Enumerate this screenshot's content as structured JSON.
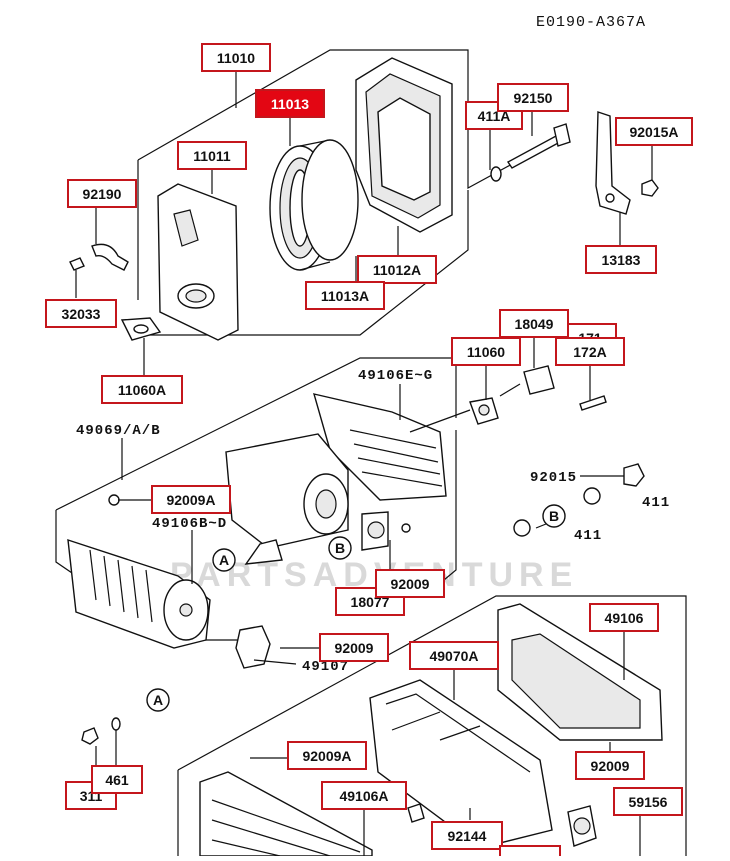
{
  "diagram_code": "E0190-A367A",
  "watermark": "PARTSADVENTURE",
  "labels": {
    "l11010": "11010",
    "l11013": "11013",
    "l11011": "11011",
    "l411A": "411A",
    "l92150": "92150",
    "l92015A": "92015A",
    "l92190": "92190",
    "l13183": "13183",
    "l11012A": "11012A",
    "l11013A": "11013A",
    "l32033": "32033",
    "l18049": "18049",
    "l171": "171",
    "l11060": "11060",
    "l172A": "172A",
    "l11060A": "11060A",
    "l49106EG": "49106E~G",
    "l49069AB": "49069/A/B",
    "l92015": "92015",
    "l411a": "411",
    "l411b": "411",
    "l92009A_1": "92009A",
    "l49106BD": "49106B~D",
    "l92009_1": "92009",
    "l18077": "18077",
    "l92009_2": "92009",
    "l49107": "49107",
    "l49106": "49106",
    "l49070A": "49070A",
    "l92009A_2": "92009A",
    "l92009_3": "92009",
    "l461": "461",
    "l311": "311",
    "l49106A": "49106A",
    "l59156": "59156",
    "l92144": "92144"
  },
  "callouts": {
    "a1": "A",
    "b1": "B",
    "b2": "B",
    "a2": "A"
  },
  "colors": {
    "label_border": "#c4161c",
    "highlight_fill": "#e30613"
  }
}
